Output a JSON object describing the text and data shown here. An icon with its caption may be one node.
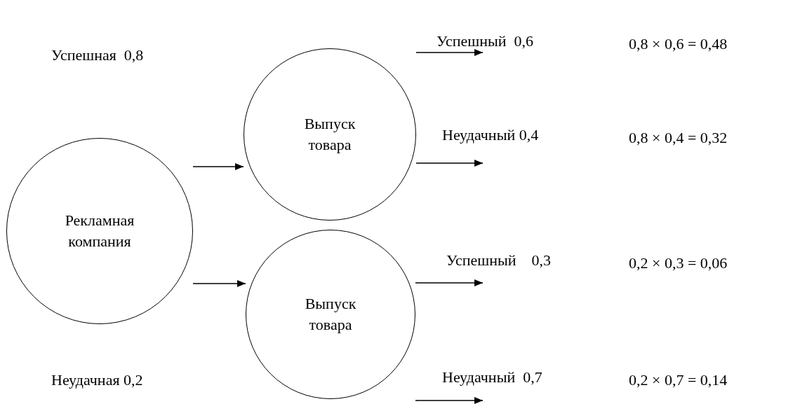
{
  "diagram": {
    "nodes": [
      {
        "text": [
          "Рекламная компания"
        ]
      },
      {
        "text": [
          "Выпуск товара"
        ]
      },
      {
        "text": [
          "Выпуск товара"
        ]
      },
      {
        "text": [
          "Успешный  0,6"
        ]
      },
      {
        "text": [
          "Неудачный 0,4"
        ]
      },
      {
        "text": [
          "Успешный    0,3"
        ]
      },
      {
        "text": [
          "Неудачный  0,7"
        ]
      }
    ],
    "edges": [
      {
        "from": 0,
        "to": 1,
        "arrow": "to"
      },
      {
        "from": 0,
        "to": 2,
        "arrow": "to"
      },
      {
        "from": 1,
        "to": 3,
        "arrow": "to"
      },
      {
        "from": 1,
        "to": 4,
        "arrow": "to"
      },
      {
        "from": 2,
        "to": 5,
        "arrow": "to"
      },
      {
        "from": 2,
        "to": 6,
        "arrow": "to"
      }
    ],
    "labels": [
      "0,8 × 0,6 = 0,48",
      "Успешная  0,8",
      "0,8 × 0,4 = 0,32",
      "0,2 × 0,3 = 0,06",
      "Неудачная 0,2",
      "0,2 × 0,7 = 0,14"
    ]
  }
}
